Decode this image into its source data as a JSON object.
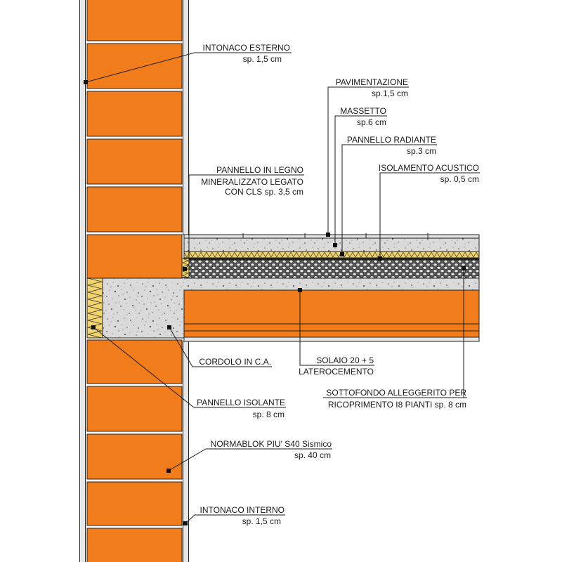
{
  "labels": {
    "intonaco_esterno": {
      "title": "INTONACO ESTERNO",
      "spec": "sp. 1,5 cm"
    },
    "pavimentazione": {
      "title": "PAVIMENTAZIONE",
      "spec": "sp.1,5 cm"
    },
    "massetto": {
      "title": "MASSETTO",
      "spec": "sp.6 cm"
    },
    "pannello_radiante": {
      "title": "PANNELLO RADIANTE",
      "spec": "sp.3 cm"
    },
    "isolamento_acustico": {
      "title": "ISOLAMENTO ACUSTICO",
      "spec": "sp. 0,5 cm"
    },
    "pannello_legno": {
      "line1": "PANNELLO IN LEGNO",
      "line2": "MINERALIZZATO LEGATO",
      "line3": "CON CLS sp. 3,5 cm"
    },
    "cordolo": {
      "title": "CORDOLO IN C.A."
    },
    "solaio": {
      "line1": "SOLAIO 20 + 5",
      "line2": "LATEROCEMENTO"
    },
    "sottofondo": {
      "line1": "SOTTOFONDO ALLEGGERITO PER",
      "line2": "RICOPRIMENTO I8 PIANTI sp. 8 cm"
    },
    "pannello_isolante": {
      "title": "PANNELLO ISOLANTE",
      "spec": "sp. 8 cm"
    },
    "normablok": {
      "title": "NORMABLOK PIU' S40 Sismico",
      "spec": "sp. 40 cm"
    },
    "intonaco_interno": {
      "title": "INTONACO INTERNO",
      "spec": "sp. 1,5 cm"
    }
  },
  "colors": {
    "brick": "#F07C1C",
    "concrete": "#DADADA",
    "insulation": "#F3D36C",
    "plaster": "#E6E6E6",
    "background": "#FFFFFF"
  }
}
